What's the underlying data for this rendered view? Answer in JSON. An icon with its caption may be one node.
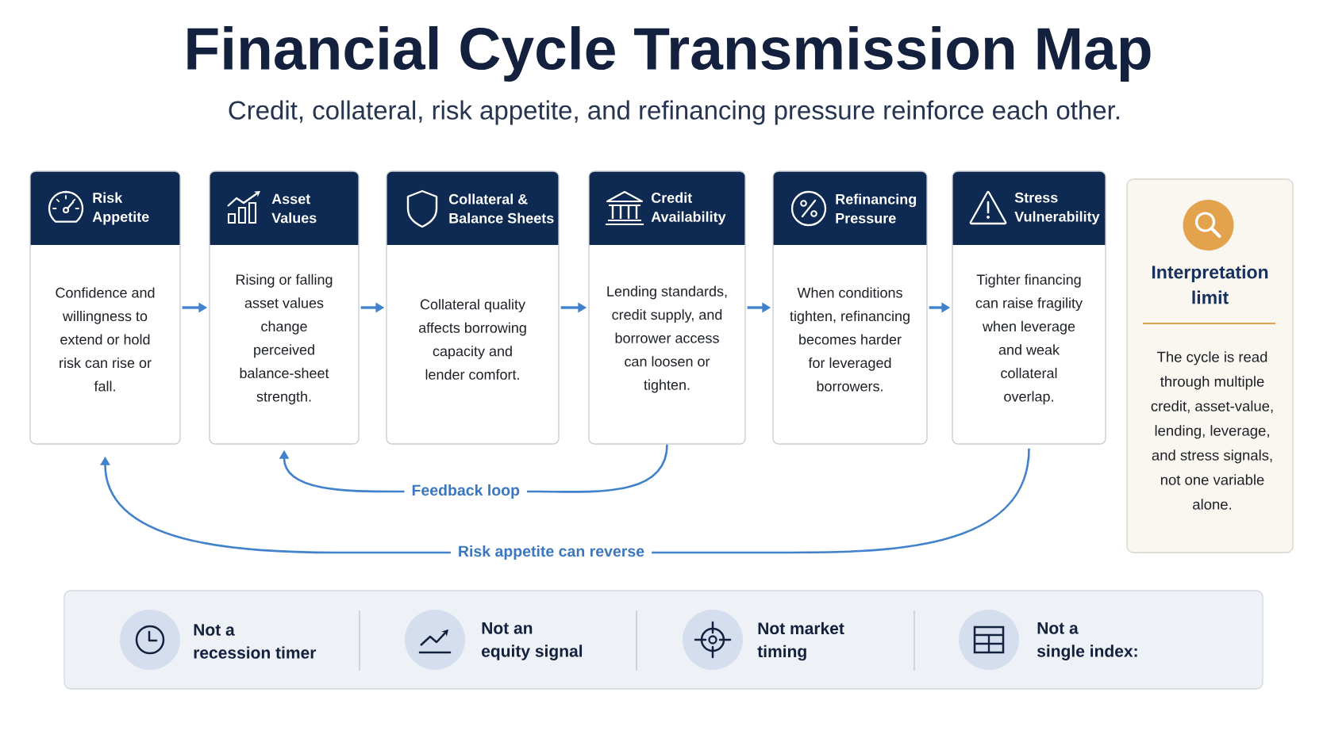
{
  "diagram": {
    "title": "Financial Cycle Transmission Map",
    "nodes": [
      {
        "text": [
          "Risk Appetite",
          "Confidence and willingness to extend or hold risk can rise or fall."
        ]
      },
      {
        "text": [
          "Asset Values",
          "Rising or falling asset values change perceived balance-sheet strength."
        ]
      },
      {
        "text": [
          "Collateral & Balance Sheets",
          "Collateral quality affects borrowing capacity and lender comfort."
        ]
      },
      {
        "text": [
          "Credit Availability",
          "Lending standards, credit supply, and borrower access can loosen or tighten."
        ]
      },
      {
        "text": [
          "Refinancing Pressure",
          "When conditions tighten, refinancing becomes harder for leveraged borrowers."
        ]
      },
      {
        "text": [
          "Stress Vulnerability",
          "Tighter financing can raise fragility when leverage and weak collateral overlap."
        ]
      },
      {
        "text": [
          "Interpretation limit",
          "The cycle is read through multiple credit, asset-value, lending, leverage, and stress signals, not one variable alone."
        ]
      },
      {
        "text": [
          "Not a recession timer",
          "Not an equity signal",
          "Not market timing",
          "Not a single index:"
        ]
      }
    ],
    "edges": [
      {
        "from": 0,
        "to": 1,
        "arrow": "to"
      },
      {
        "from": 1,
        "to": 2,
        "arrow": "to"
      },
      {
        "from": 2,
        "to": 3,
        "arrow": "to"
      },
      {
        "from": 3,
        "to": 4,
        "arrow": "to"
      },
      {
        "from": 4,
        "to": 5,
        "arrow": "to"
      },
      {
        "from": 3,
        "to": 1,
        "arrow": "to",
        "label": "Feedback loop"
      },
      {
        "from": 5,
        "to": 0,
        "arrow": "to",
        "label": "Risk appetite can reverse"
      }
    ],
    "labels": [
      "Credit, collateral, risk appetite, and refinancing pressure reinforce each other."
    ]
  }
}
